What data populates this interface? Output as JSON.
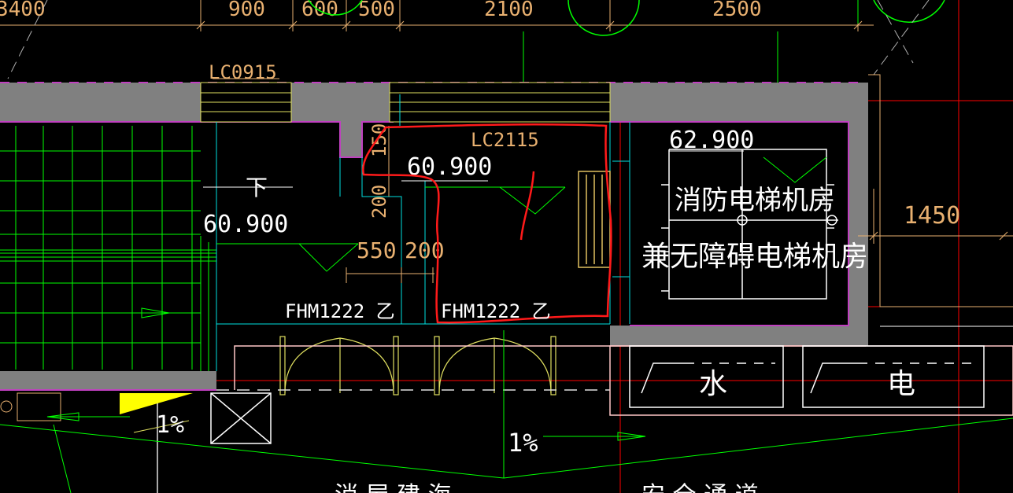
{
  "colors": {
    "background": "#000000",
    "wall": "#808080",
    "wall_edge": "#c040c0",
    "green": "#00ff00",
    "cyan": "#00e0e0",
    "yellow": "#e0e060",
    "dim": "#e8b070",
    "red": "#ff0000",
    "white": "#ffffff",
    "pink": "#ffc8c8",
    "annotation_red": "#ff1a1a"
  },
  "dimensions": {
    "top": [
      "3400",
      "900",
      "600",
      "500",
      "2100",
      "2500"
    ],
    "right": "1450",
    "opening_width": "550",
    "jamb": "200",
    "side_200": "200",
    "side_150": "150"
  },
  "labels": {
    "window_left": "LC0915",
    "window_mid": "LC2115",
    "down_arrow": "下",
    "elev_stair": "60.900",
    "elev_lobby": "60.900",
    "elev_machine": "62.900",
    "door_left": "FHM1222 乙",
    "door_right": "FHM1222 乙",
    "room_line1": "消防电梯机房",
    "room_line2": "兼无障碍电梯机房",
    "shaft_water": "水",
    "shaft_power": "电",
    "slope_left": "1%",
    "slope_mid": "1%",
    "bottom_left": "消 屋 建 海",
    "bottom_right": "安 全 通 道"
  }
}
